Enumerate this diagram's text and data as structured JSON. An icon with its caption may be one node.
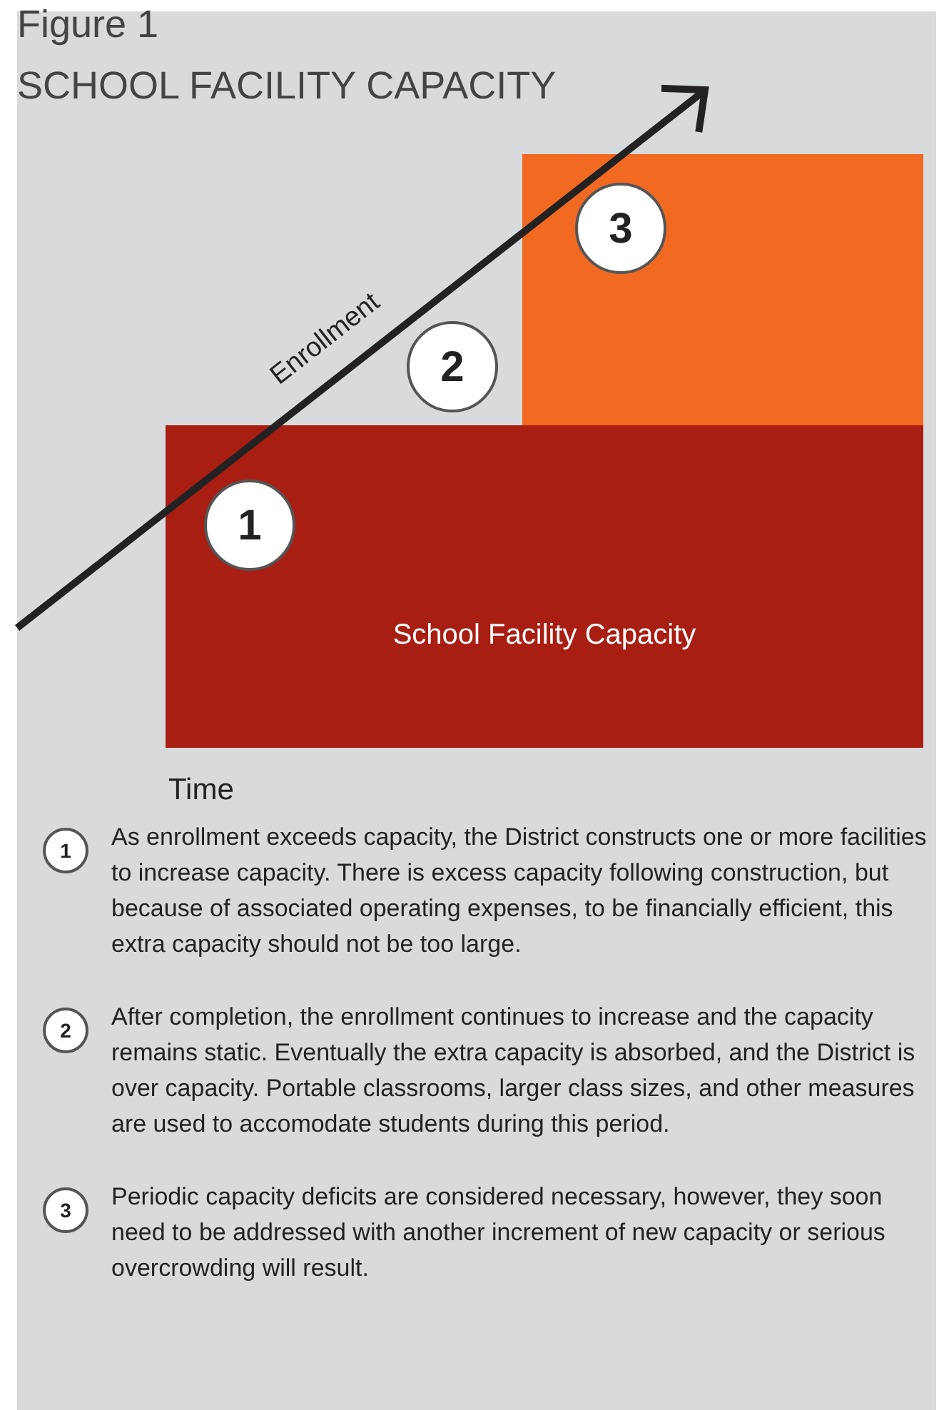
{
  "diagram": {
    "title": "SCHOOL FACILITY CAPACITY",
    "nodes": [
      {
        "text": [
          "School Facility Capacity"
        ]
      },
      {
        "text": [],
        "shape": "box"
      },
      {
        "text": [
          "1"
        ],
        "in": 0
      },
      {
        "text": [
          "2"
        ]
      },
      {
        "text": [
          "3"
        ],
        "in": 1
      },
      {
        "text": [
          "1"
        ],
        "beside": [
          "As enrollment exceeds capacity, the District constructs one or more facilities to increase capacity. There is excess capacity following construction, but because of associated operating expenses, to be financially efficient, this extra capacity should not be too large."
        ]
      },
      {
        "text": [
          "2"
        ],
        "beside": [
          "After completion, the enrollment continues to increase and the capacity remains static. Eventually the extra capacity is absorbed, and the District is over capacity. Portable classrooms, larger class sizes, and other measures are used to accomodate students during this period."
        ]
      },
      {
        "text": [
          "3"
        ],
        "beside": [
          "Periodic capacity deficits are considered necessary, however, they soon need to be addressed with another increment of new capacity or serious overcrowding will result."
        ]
      }
    ],
    "labels": [
      "Figure 1",
      "Enrollment",
      "Time"
    ]
  }
}
